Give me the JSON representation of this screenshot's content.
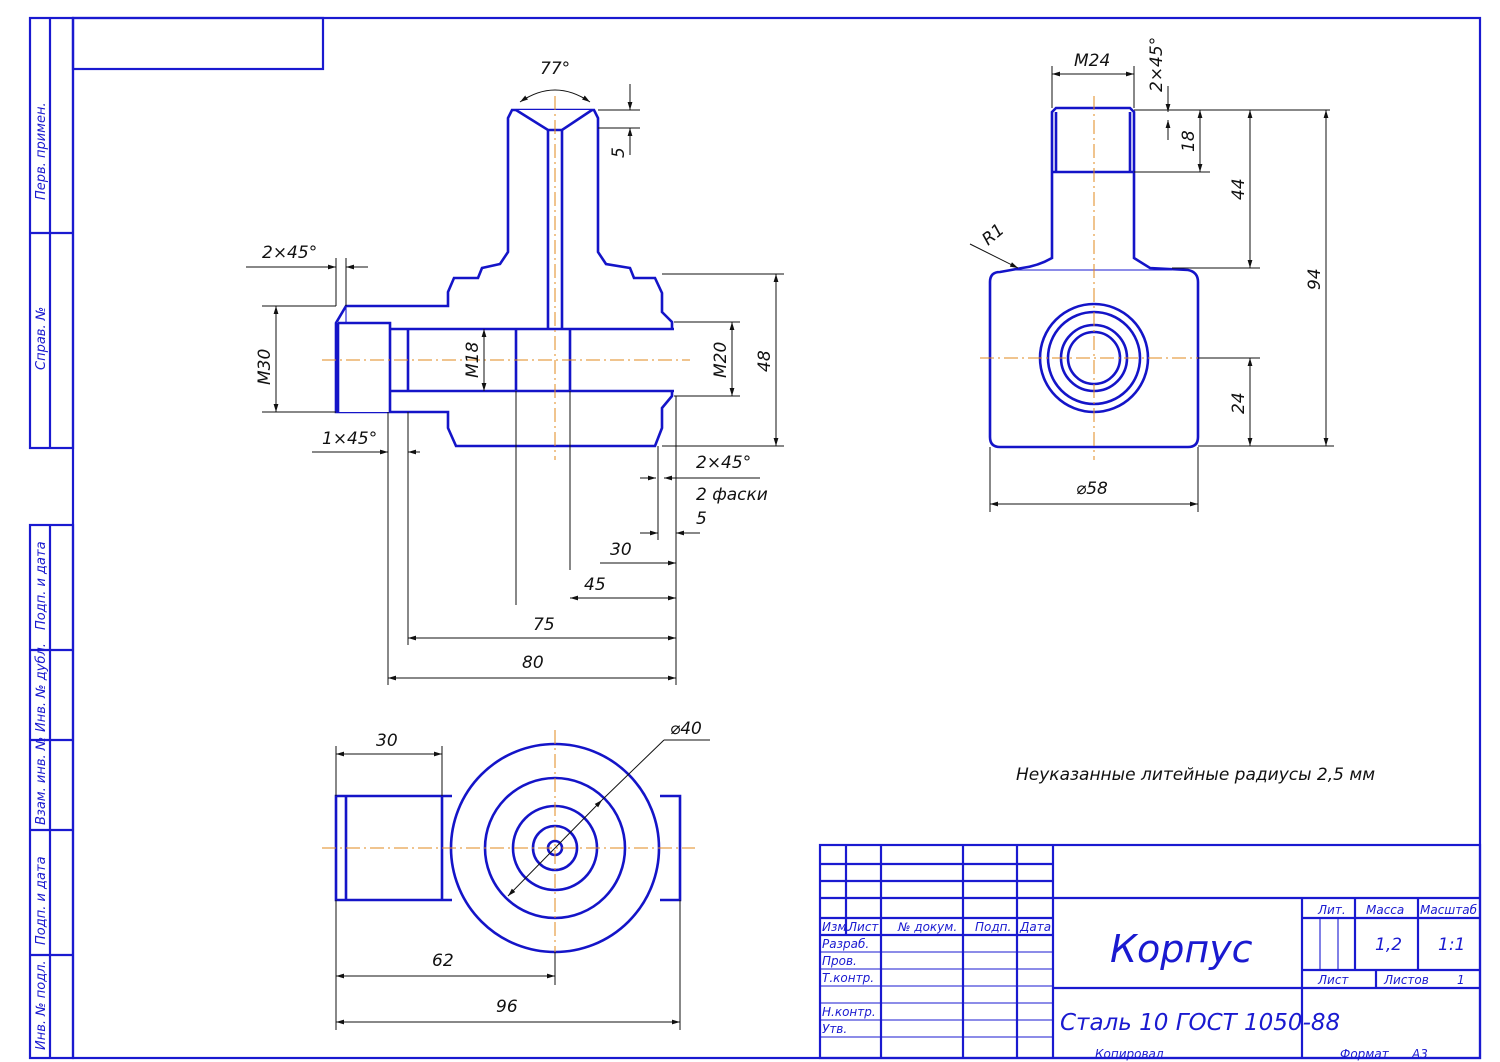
{
  "title_block": {
    "name": "Корпус",
    "material": "Сталь 10  ГОСТ 1050-88",
    "col_izm": "Изм.",
    "col_list": "Лист",
    "col_docum": "№ докум.",
    "col_podp": "Подп.",
    "col_data": "Дата",
    "row_razrab": "Разраб.",
    "row_prov": "Пров.",
    "row_tkontr": "Т.контр.",
    "row_nkontr": "Н.контр.",
    "row_utv": "Утв.",
    "lit_label": "Лит.",
    "massa_label": "Масса",
    "masshtab_label": "Масштаб",
    "massa_value": "1,2",
    "masshtab_value": "1:1",
    "list_label": "Лист",
    "listov_label": "Листов",
    "listov_value": "1",
    "kopiroval": "Копировал",
    "format_label": "Формат",
    "format_value": "А3"
  },
  "side_stamps": {
    "perv_primen": "Перв. примен.",
    "sprav_no": "Справ. №",
    "podp_i_data_1": "Подп. и дата",
    "inv_no_dubl": "Инв. № дубл.",
    "vzam_inv_no": "Взам. инв. №",
    "podp_i_data_2": "Подп. и дата",
    "inv_no_podl": "Инв. № подл."
  },
  "note": "Неуказанные литейные радиусы 2,5 мм",
  "dimensions": {
    "angle_77": "77°",
    "d5_top": "5",
    "chamfer_2x45_left": "2×45°",
    "m30": "M30",
    "m18": "M18",
    "m20": "M20",
    "d48": "48",
    "chamfer_1x45": "1×45°",
    "chamfer_2x45_right": "2×45°",
    "two_facets": "2 фаски",
    "d5_bottom": "5",
    "d30_front": "30",
    "d45": "45",
    "d75": "75",
    "d80": "80",
    "m24": "M24",
    "chamfer_2x45_side": "2×45°",
    "d18": "18",
    "d44": "44",
    "d94": "94",
    "r1": "R1",
    "d24": "24",
    "phi58": "⌀58",
    "d30_top": "30",
    "phi40": "⌀40",
    "d62": "62",
    "d96": "96"
  }
}
